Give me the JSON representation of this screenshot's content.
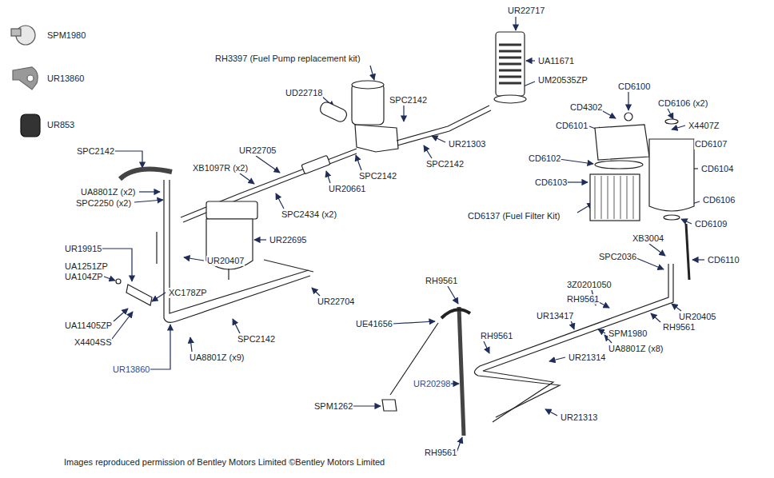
{
  "diagram": {
    "caption": "Images reproduced permission of Bentley Motors Limited ©Bentley Motors Limited",
    "labels": [
      "SPM1980",
      "UR13860",
      "UR853",
      "UR22717",
      "RH3397 (Fuel Pump replacement kit)",
      "UA11671",
      "UM20535ZP",
      "CD6100",
      "UD22718",
      "SPC2142",
      "CD4302",
      "CD6106 (x2)",
      "CD6101",
      "X4407Z",
      "SPC2142",
      "UR22705",
      "UR21303",
      "CD6107",
      "SPC2142",
      "XB1097R (x2)",
      "CD6102",
      "CD6104",
      "SPC2142",
      "UR20661",
      "CD6103",
      "UA8801Z (x2)",
      "SPC2250 (x2)",
      "SPC2434 (x2)",
      "CD6106",
      "CD6137 (Fuel Filter Kit)",
      "CD6109",
      "UR22695",
      "XB3004",
      "UR19915",
      "SPC2036",
      "CD6110",
      "UA1251ZP",
      "UR20407",
      "UA104ZP",
      "RH9561",
      "3Z0201050",
      "XC178ZP",
      "RH9561",
      "UR22704",
      "UR13417",
      "UR20405",
      "UE41656",
      "UA11405ZP",
      "RH9561",
      "RH9561",
      "SPM1980",
      "X4404SS",
      "SPC2142",
      "UA8801Z (x9)",
      "UA8801Z (x8)",
      "UR21314",
      "UR20298",
      "UR13860",
      "UR21313",
      "SPM1262",
      "RH9561"
    ]
  }
}
